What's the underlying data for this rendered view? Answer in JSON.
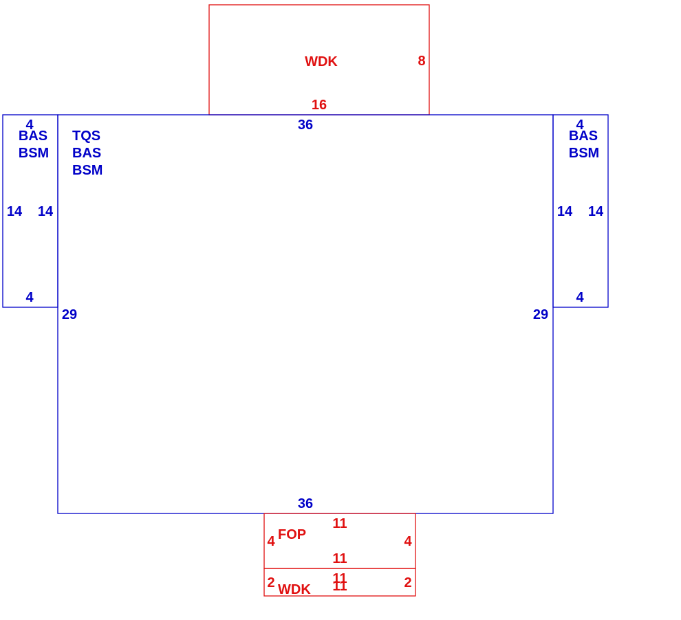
{
  "colors": {
    "living_area": "#0000c8",
    "attached": "#e01010",
    "background": "#ffffff"
  },
  "areas": {
    "main": {
      "labels": [
        "TQS",
        "BAS",
        "BSM"
      ],
      "top": "36",
      "bottom": "36",
      "left": "29",
      "right": "29"
    },
    "left_wing": {
      "labels": [
        "BAS",
        "BSM"
      ],
      "top": "4",
      "bottom": "4",
      "outer": "14",
      "inner": "14"
    },
    "right_wing": {
      "labels": [
        "BAS",
        "BSM"
      ],
      "top": "4",
      "bottom": "4",
      "inner": "14",
      "outer": "14"
    },
    "top_deck": {
      "label": "WDK",
      "bottom": "16",
      "right": "8"
    },
    "front_porch": {
      "label": "FOP",
      "top": "11",
      "bottom": "11",
      "left": "4",
      "right": "4"
    },
    "bottom_deck": {
      "label": "WDK",
      "top": "11",
      "bottom": "11",
      "left": "2",
      "right": "2"
    }
  }
}
